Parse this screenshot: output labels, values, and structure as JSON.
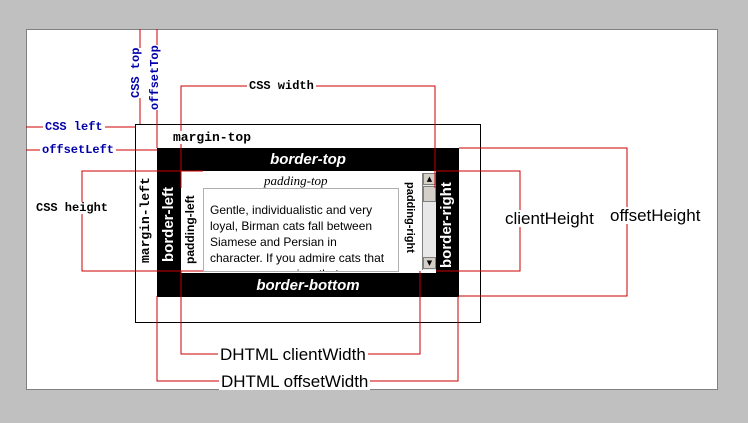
{
  "labels": {
    "css_top": "CSS top",
    "offset_top": "offsetTop",
    "css_width": "CSS width",
    "css_left": "CSS left",
    "offset_left": "offsetLeft",
    "margin_top": "margin-top",
    "margin_left": "margin-left",
    "css_height": "CSS height",
    "border_top": "border-top",
    "border_bottom": "border-bottom",
    "border_left": "border-left",
    "border_right": "border-right",
    "padding_top": "padding-top",
    "padding_left": "padding-left",
    "padding_right": "padding-right",
    "client_height": "clientHeight",
    "offset_height": "offsetHeight",
    "client_width": "DHTML clientWidth",
    "offset_width": "DHTML offsetWidth"
  },
  "content": {
    "text": "Gentle, individualistic and very loyal, Birman cats fall between Siamese and Persian in character. If you admire cats that are non aggressive, that"
  },
  "colors": {
    "guide_line": "#cc0000",
    "blue_label": "#0000aa",
    "border_band": "#000000",
    "background": "#c0c0c0"
  },
  "icons": {
    "scroll_up": "▲",
    "scroll_down": "▼"
  }
}
